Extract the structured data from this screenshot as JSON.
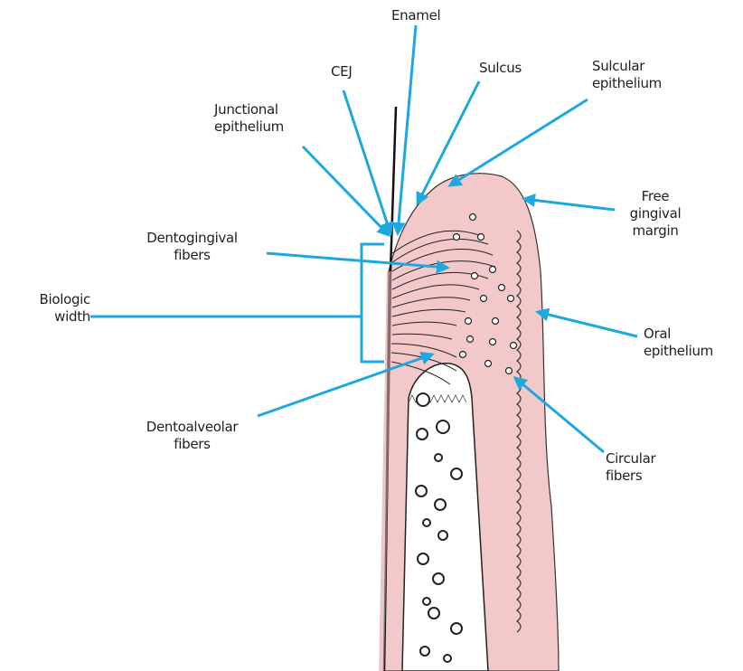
{
  "labels": {
    "enamel": "Enamel",
    "cej": "CEJ",
    "sulcus": "Sulcus",
    "sulcular_epithelium": [
      "Sulcular",
      "epithelium"
    ],
    "junctional_epithelium": [
      "Junctional",
      "epithelium"
    ],
    "free_gingival_margin": [
      "Free",
      "gingival",
      "margin"
    ],
    "dentogingival_fibers": [
      "Dentogingival",
      "fibers"
    ],
    "biologic_width": [
      "Biologic",
      "width"
    ],
    "oral_epithelium": [
      "Oral",
      "epithelium"
    ],
    "dentoalveolar_fibers": [
      "Dentoalveolar",
      "fibers"
    ],
    "circular_fibers": [
      "Circular",
      "fibers"
    ]
  },
  "colors": {
    "arrow": "#1ea8e0",
    "gingiva": "#f2c8c9",
    "bone_outline": "#222222",
    "tooth_line": "#111111",
    "fiber": "#222222"
  }
}
